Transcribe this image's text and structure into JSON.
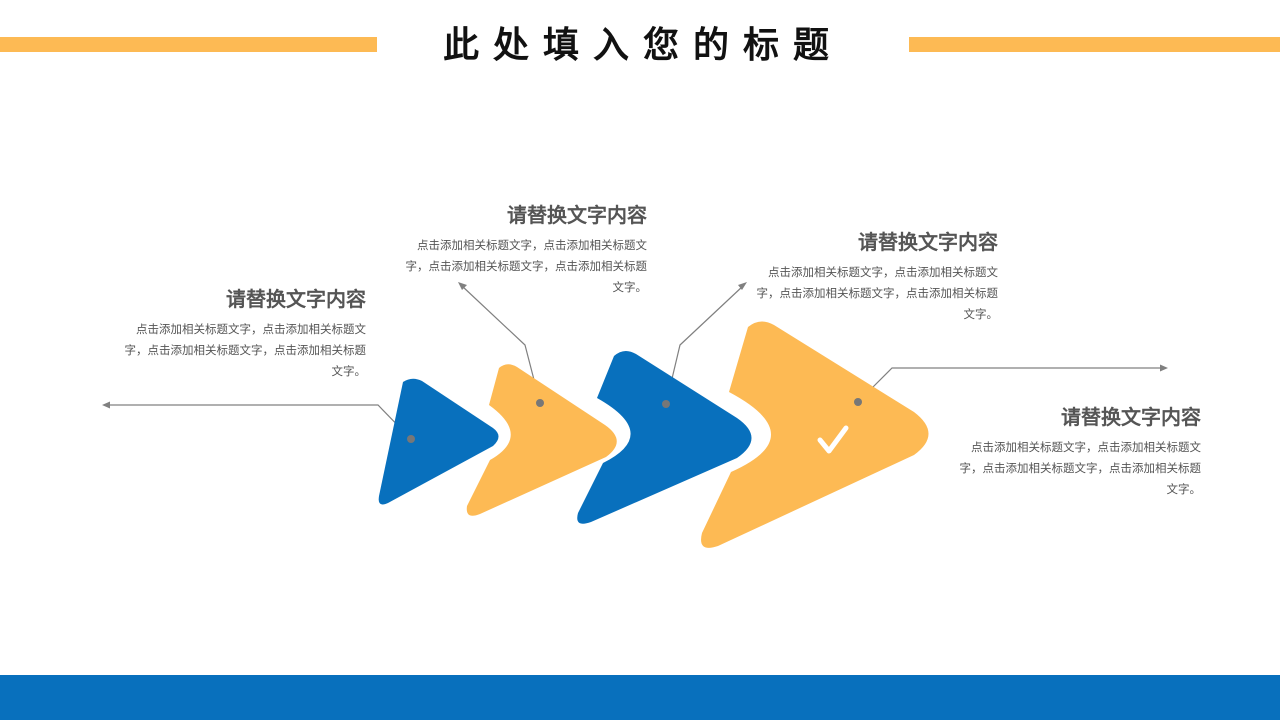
{
  "page": {
    "title": "此处填入您的标题"
  },
  "colors": {
    "accent_orange": "#FDBA54",
    "accent_blue": "#0870BD",
    "line_gray": "#808080"
  },
  "items": [
    {
      "heading": "请替换文字内容",
      "text": "点击添加相关标题文字，点击添加相关标题文字，点击添加相关标题文字，点击添加相关标题文字。"
    },
    {
      "heading": "请替换文字内容",
      "text": "点击添加相关标题文字，点击添加相关标题文字，点击添加相关标题文字，点击添加相关标题文字。"
    },
    {
      "heading": "请替换文字内容",
      "text": "点击添加相关标题文字，点击添加相关标题文字，点击添加相关标题文字，点击添加相关标题文字。"
    },
    {
      "heading": "请替换文字内容",
      "text": "点击添加相关标题文字，点击添加相关标题文字，点击添加相关标题文字，点击添加相关标题文字。"
    }
  ],
  "icons": {
    "final_arrow": "check-icon"
  }
}
